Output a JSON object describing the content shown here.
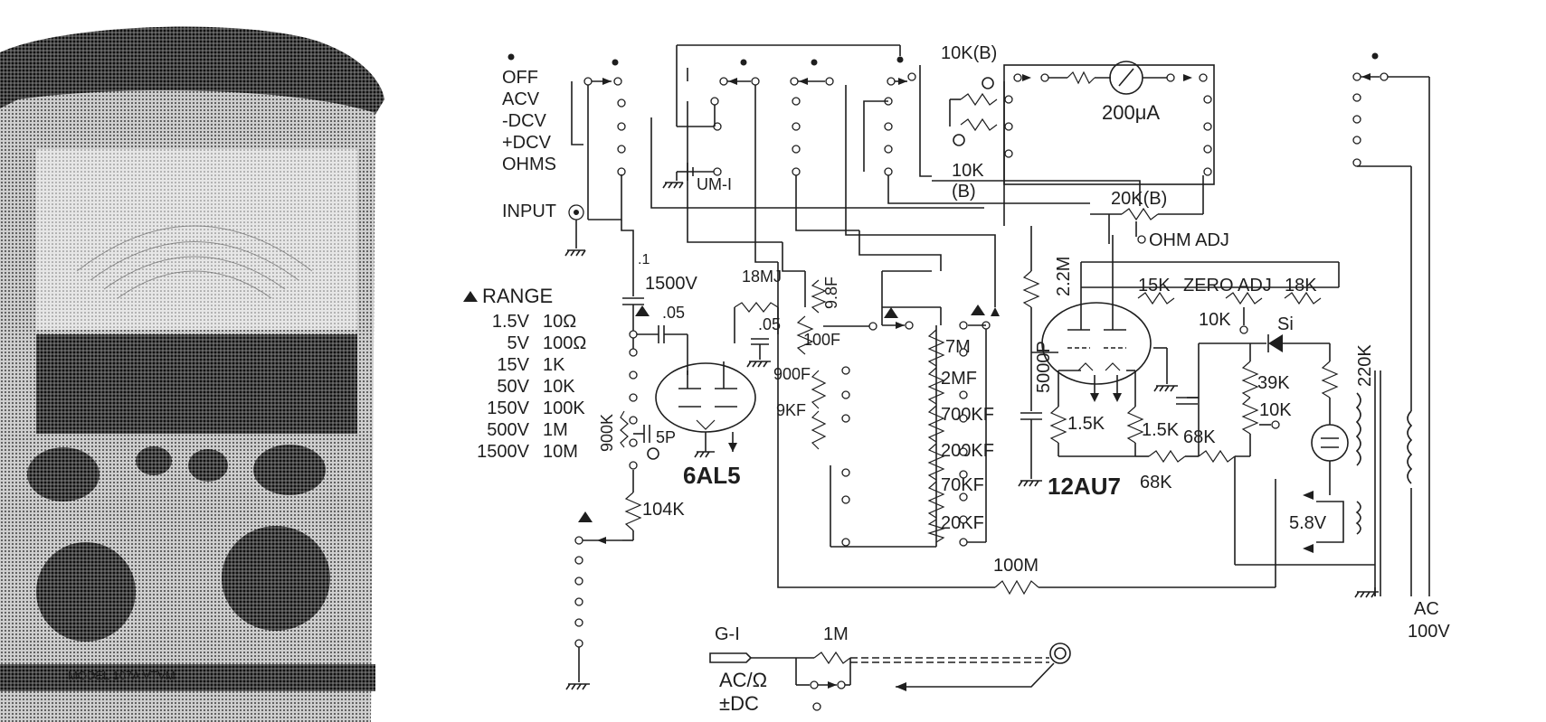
{
  "photo": {
    "model_label": "MODEL 107A VTVM"
  },
  "switch": {
    "positions": [
      "OFF",
      "ACV",
      "-DCV",
      "+DCV",
      "OHMS"
    ],
    "input_label": "INPUT"
  },
  "range": {
    "title": "RANGE",
    "rows": [
      {
        "v": "1.5V",
        "r": "10Ω"
      },
      {
        "v": "5V",
        "r": "100Ω"
      },
      {
        "v": "15V",
        "r": "1K"
      },
      {
        "v": "50V",
        "r": "10K"
      },
      {
        "v": "150V",
        "r": "100K"
      },
      {
        "v": "500V",
        "r": "1M"
      },
      {
        "v": "1500V",
        "r": "10M"
      }
    ]
  },
  "labels": {
    "cap_1500v": "1500V",
    "cap_dot1": ".1",
    "cap_05a": ".05",
    "cap_05b": ".05",
    "res_18m": "18MJ",
    "res_900k": "900K",
    "cap_5p": "5P",
    "res_104k": "104K",
    "tube1": "6AL5",
    "um1": "UM-I",
    "c_98f": "9.8F",
    "c_100f": "100F",
    "c_900f": "900F",
    "r_9kf": "9KF",
    "r_7m": "7M",
    "r_2mf": "2MF",
    "r_700kf": "700KF",
    "r_200kf": "200KF",
    "r_70kf": "70KF",
    "r_20kf": "20KF",
    "r_100m": "100M",
    "pot_10kb_top": "10K(B)",
    "pot_10kb_bot": "10K",
    "pot_10kb_bot2": "(B)",
    "meter": "200μA",
    "r_20kb": "20K(B)",
    "ohm_adj": "OHM ADJ",
    "r_22m": "2.2M",
    "c_5000p": "5000P",
    "r_15k": "15K",
    "zero_adj": "ZERO ADJ",
    "r_18k": "18K",
    "pot_10k_a": "10K",
    "si": "Si",
    "r_39k": "39K",
    "pot_10k_b": "10K",
    "r_220k": "220K",
    "r_15k_a": "1.5K",
    "r_15k_b": "1.5K",
    "r_68k_a": "68K",
    "r_68k_b": "68K",
    "tube2": "12AU7",
    "heater": "5.8V",
    "ac": "AC",
    "ac_v": "100V",
    "probe_g1": "G-I",
    "probe_1m": "1M",
    "probe_ac": "AC/Ω",
    "probe_dc": "±DC"
  }
}
